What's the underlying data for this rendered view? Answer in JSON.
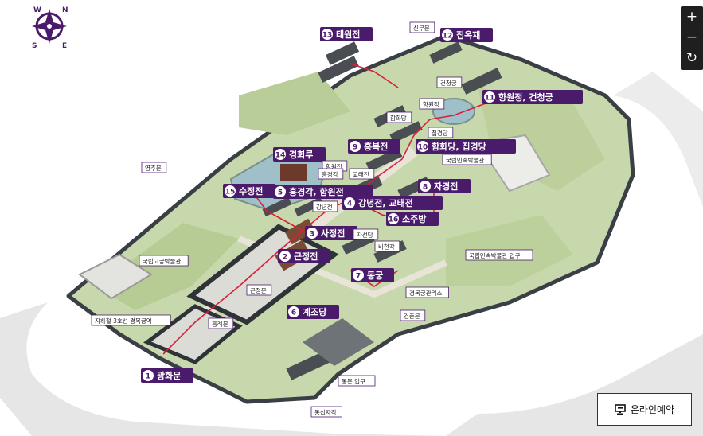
{
  "map": {
    "compass": {
      "n": "N",
      "e": "E",
      "s": "S",
      "w": "W"
    },
    "numbered": [
      {
        "num": "13",
        "name": "태원전"
      },
      {
        "num": "12",
        "name": "집옥재"
      },
      {
        "num": "11",
        "name": "향원정, 건청궁"
      },
      {
        "num": "10",
        "name": "함화당, 집경당"
      },
      {
        "num": "9",
        "name": "흥복전"
      },
      {
        "num": "14",
        "name": "경회루"
      },
      {
        "num": "5",
        "name": "흥경각, 함원전"
      },
      {
        "num": "15",
        "name": "수정전"
      },
      {
        "num": "4",
        "name": "강녕전, 교태전"
      },
      {
        "num": "8",
        "name": "자경전"
      },
      {
        "num": "16",
        "name": "소주방"
      },
      {
        "num": "3",
        "name": "사정전"
      },
      {
        "num": "2",
        "name": "근정전"
      },
      {
        "num": "7",
        "name": "동궁"
      },
      {
        "num": "6",
        "name": "계조당"
      },
      {
        "num": "1",
        "name": "광화문"
      }
    ],
    "small": [
      "신무문",
      "건청궁",
      "향원정",
      "함화당",
      "집경당",
      "국립민속박물관",
      "영추문",
      "함원전",
      "흥경각",
      "교태전",
      "강녕전",
      "자선당",
      "비현각",
      "국립고궁박물관",
      "국립민속박물관 입구",
      "근정문",
      "경복궁관리소",
      "흥례문",
      "지하철 3호선 경복궁역",
      "건춘문",
      "동문 입구",
      "동십자각"
    ]
  },
  "controls": {
    "zoom_in": "+",
    "zoom_out": "−",
    "reset": "↻"
  },
  "reserve_button": {
    "label": "온라인예약"
  },
  "colors": {
    "accent": "#4a1a6b",
    "route": "#d81f3c",
    "wall": "#3a3f45",
    "grass": "#c6d6ab"
  }
}
